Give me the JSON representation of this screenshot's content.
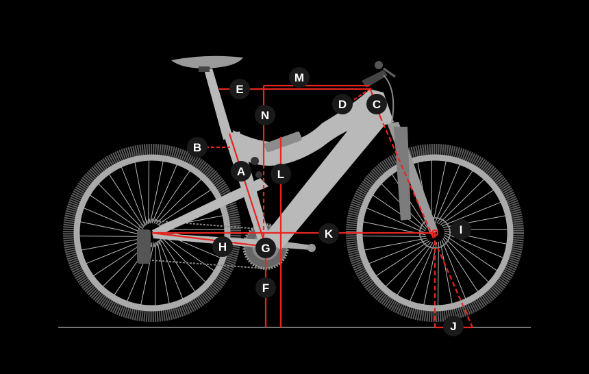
{
  "diagram": {
    "title": "Bike geometry",
    "colors": {
      "background": "#000000",
      "measure": "#e8251f",
      "frame": "#b9b9b9",
      "tire": "#5a5a5a",
      "label_bg": "#1a1a1a"
    },
    "labels": {
      "A": "A",
      "B": "B",
      "C": "C",
      "D": "D",
      "E": "E",
      "F": "F",
      "G": "G",
      "H": "H",
      "I": "I",
      "J": "J",
      "K": "K",
      "L": "L",
      "M": "M",
      "N": "N"
    }
  }
}
